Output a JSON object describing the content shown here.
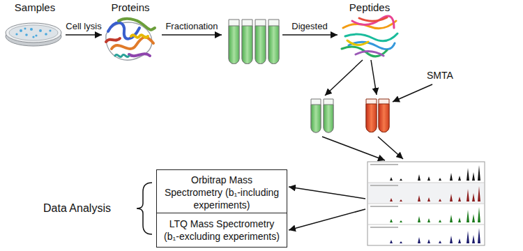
{
  "diagram": {
    "nodes": [
      {
        "text": [
          "Samples"
        ]
      },
      {
        "text": [
          "Proteins"
        ]
      },
      {
        "text": [
          "Peptides"
        ]
      },
      {
        "text": [
          "Orbitrap Mass Spectrometry (b₁-including experiments)"
        ]
      },
      {
        "text": [
          "LTQ Mass Spectrometry (b₁-excluding experiments)"
        ]
      }
    ],
    "edges": [
      {
        "from": 0,
        "to": 1,
        "arrow": "to",
        "label": "Cell lysis"
      }
    ],
    "labels": [
      "Fractionation",
      "Digested",
      "SMTA",
      "Data Analysis"
    ]
  }
}
